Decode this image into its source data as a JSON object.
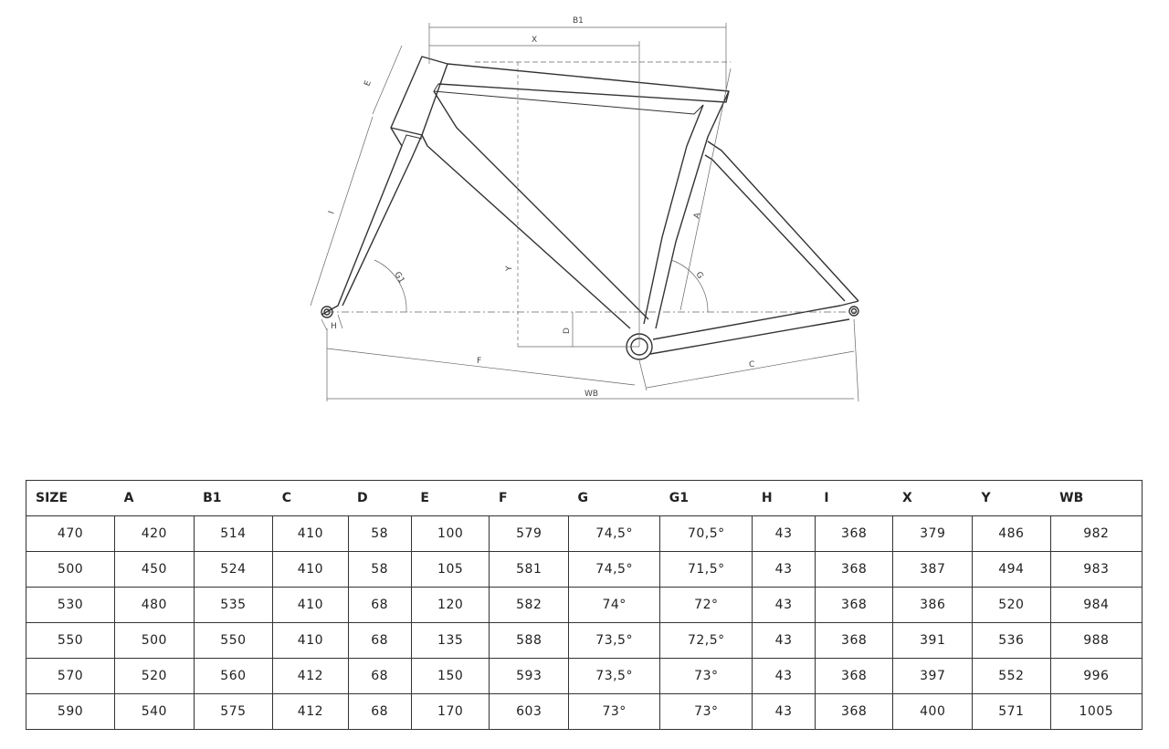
{
  "diagram": {
    "labels": {
      "B1": "B1",
      "X": "X",
      "E": "E",
      "I": "I",
      "G1": "G1",
      "H": "H",
      "Y": "Y",
      "D": "D",
      "F": "F",
      "WB": "WB",
      "C": "C",
      "A": "A",
      "G": "G"
    }
  },
  "table": {
    "headers": [
      "SIZE",
      "A",
      "B1",
      "C",
      "D",
      "E",
      "F",
      "G",
      "G1",
      "H",
      "I",
      "X",
      "Y",
      "WB"
    ],
    "rows": [
      [
        "470",
        "420",
        "514",
        "410",
        "58",
        "100",
        "579",
        "74,5°",
        "70,5°",
        "43",
        "368",
        "379",
        "486",
        "982"
      ],
      [
        "500",
        "450",
        "524",
        "410",
        "58",
        "105",
        "581",
        "74,5°",
        "71,5°",
        "43",
        "368",
        "387",
        "494",
        "983"
      ],
      [
        "530",
        "480",
        "535",
        "410",
        "68",
        "120",
        "582",
        "74°",
        "72°",
        "43",
        "368",
        "386",
        "520",
        "984"
      ],
      [
        "550",
        "500",
        "550",
        "410",
        "68",
        "135",
        "588",
        "73,5°",
        "72,5°",
        "43",
        "368",
        "391",
        "536",
        "988"
      ],
      [
        "570",
        "520",
        "560",
        "412",
        "68",
        "150",
        "593",
        "73,5°",
        "73°",
        "43",
        "368",
        "397",
        "552",
        "996"
      ],
      [
        "590",
        "540",
        "575",
        "412",
        "68",
        "170",
        "603",
        "73°",
        "73°",
        "43",
        "368",
        "400",
        "571",
        "1005"
      ]
    ]
  }
}
